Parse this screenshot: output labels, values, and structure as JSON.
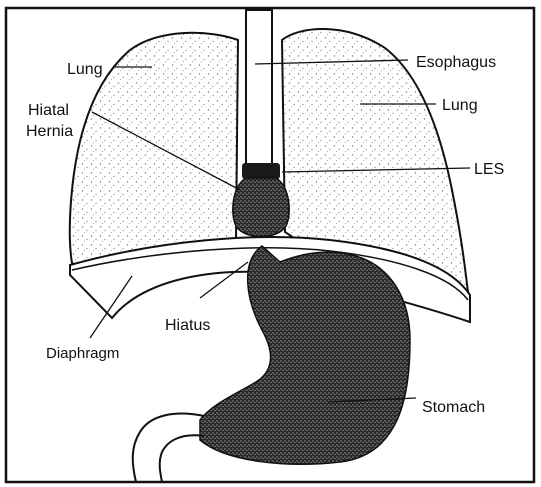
{
  "labels": {
    "lung_left": "Lung",
    "esophagus": "Esophagus",
    "lung_right": "Lung",
    "hiatal_hernia_line1": "Hiatal",
    "hiatal_hernia_line2": "Hernia",
    "les": "LES",
    "hiatus": "Hiatus",
    "diaphragm": "Diaphragm",
    "stomach": "Stomach"
  },
  "colors": {
    "ink": "#111111",
    "paper": "#ffffff",
    "stipple_light": "#8a8a8a",
    "stipple_dark": "#1a1a1a"
  }
}
